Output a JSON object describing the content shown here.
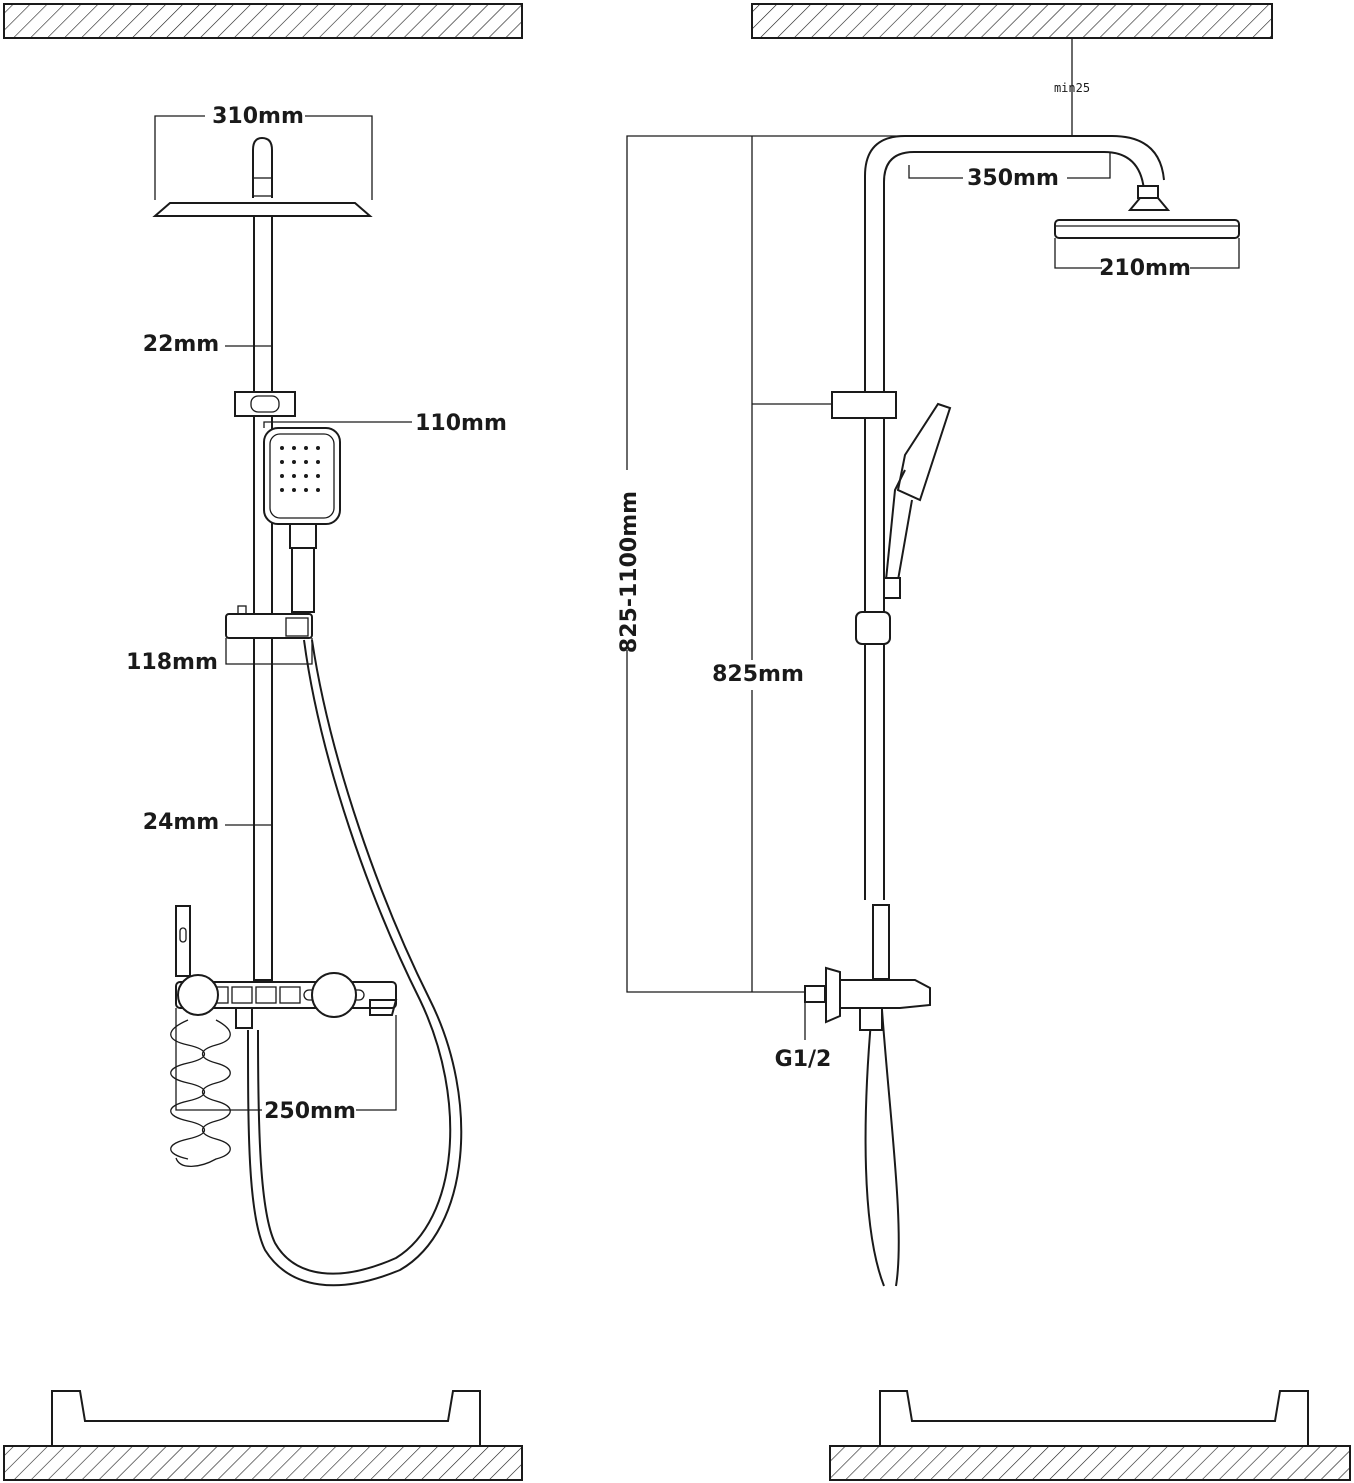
{
  "dimensions": {
    "front": {
      "rain_head_width": "310mm",
      "rail_diameter_upper": "22mm",
      "hand_shower_width": "110mm",
      "slide_holder_height": "118mm",
      "rail_diameter_lower": "24mm",
      "shelf_width": "250mm"
    },
    "side": {
      "ceiling_clearance": "min25",
      "arm_length": "350mm",
      "head_diameter": "210mm",
      "height_range": "825-1100mm",
      "height_min": "825mm",
      "inlet_thread": "G1/2"
    }
  },
  "colors": {
    "line": "#1a1a1a",
    "background": "#ffffff"
  }
}
